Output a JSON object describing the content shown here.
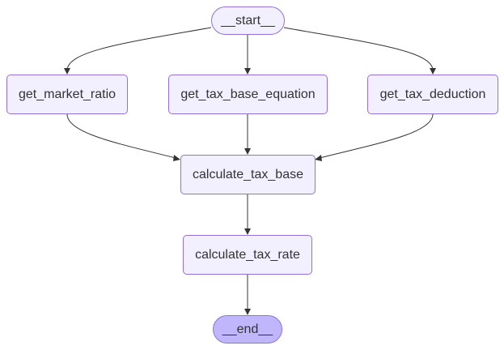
{
  "nodes": {
    "start": "__start__",
    "get_market_ratio": "get_market_ratio",
    "get_tax_base_equation": "get_tax_base_equation",
    "get_tax_deduction": "get_tax_deduction",
    "calculate_tax_base": "calculate_tax_base",
    "calculate_tax_rate": "calculate_tax_rate",
    "end": "__end__"
  },
  "edges": [
    {
      "from": "start",
      "to": "get_market_ratio"
    },
    {
      "from": "start",
      "to": "get_tax_base_equation"
    },
    {
      "from": "start",
      "to": "get_tax_deduction"
    },
    {
      "from": "get_market_ratio",
      "to": "calculate_tax_base"
    },
    {
      "from": "get_tax_base_equation",
      "to": "calculate_tax_base"
    },
    {
      "from": "get_tax_deduction",
      "to": "calculate_tax_base"
    },
    {
      "from": "calculate_tax_base",
      "to": "calculate_tax_rate"
    },
    {
      "from": "calculate_tax_rate",
      "to": "end"
    }
  ],
  "colors": {
    "node_fill": "#f2f0ff",
    "node_border": "#9370db",
    "end_fill": "#bfb6fc",
    "edge": "#333333",
    "text": "#333333"
  }
}
